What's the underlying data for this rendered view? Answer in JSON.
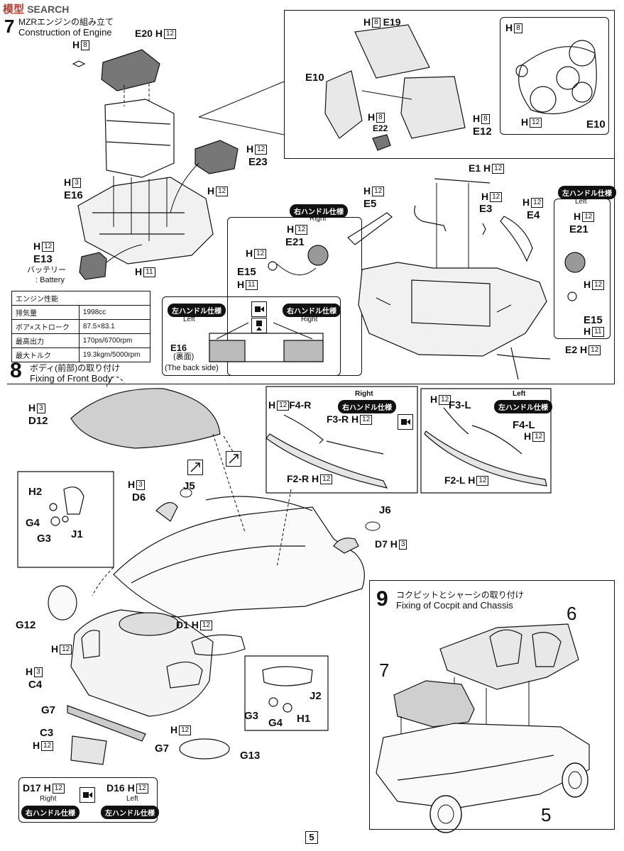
{
  "watermark": {
    "brand": "模型",
    "site": "SEARCH"
  },
  "step7": {
    "number": "7",
    "title_jp": "MZRエンジンの組み立て",
    "title_en": "Construction of Engine",
    "labels": {
      "e20": "E20",
      "h8_a": "H",
      "e23": "E23",
      "e16": "E16",
      "e13": "E13",
      "battery_jp": "バッテリー",
      "battery_en": ": Battery",
      "e19": "E19",
      "e10_a": "E10",
      "e22": "E22",
      "e12": "E12",
      "e10_b": "E10",
      "e1": "E1",
      "e5": "E5",
      "e3": "E3",
      "e4": "E4",
      "e21_a": "E21",
      "e21_b": "E21",
      "e15_a": "E15",
      "e15_b": "E15",
      "e2": "E2",
      "h": "H",
      "h8": "8",
      "h12": "12",
      "h3": "3",
      "h11": "11"
    },
    "right_pill": "右ハンドル仕様",
    "right_en": "Right",
    "left_pill": "左ハンドル仕様",
    "left_en": "Left",
    "back_side": {
      "part": "E16",
      "jp": "(裏面)",
      "en": "(The back side)"
    },
    "spec_table": {
      "heading": "エンジン性能",
      "rows": [
        {
          "k": "排気量",
          "v": "1998cc"
        },
        {
          "k": "ボア×ストローク",
          "v": "87.5×83.1"
        },
        {
          "k": "最高出力",
          "v": "170ps/6700rpm"
        },
        {
          "k": "最大トルク",
          "v": "19.3kgm/5000rpm"
        }
      ]
    }
  },
  "step8": {
    "number": "8",
    "title_jp": "ボディ(前部)の取り付け",
    "title_en": "Fixing of Front Body",
    "labels": {
      "d12": "D12",
      "d6": "D6",
      "j5": "J5",
      "j6": "J6",
      "d7": "D7",
      "h2": "H2",
      "g4": "G4",
      "g3": "G3",
      "j1": "J1",
      "g12": "G12",
      "d1": "D1",
      "c4": "C4",
      "g7_a": "G7",
      "c3": "C3",
      "g7_b": "G7",
      "g13": "G13",
      "j2": "J2",
      "g3_b": "G3",
      "g4_b": "G4",
      "h1": "H1",
      "f4r": "F4-R",
      "f3r": "F3-R",
      "f2r": "F2-R",
      "f3l": "F3-L",
      "f4l": "F4-L",
      "f2l": "F2-L",
      "d17": "D17",
      "d16": "D16"
    },
    "right_pill": "右ハンドル仕様",
    "right_en": "Right",
    "left_pill": "左ハンドル仕様",
    "left_en": "Left"
  },
  "step9": {
    "number": "9",
    "title_jp": "コクピットとシャーシの取り付け",
    "title_en": "Fixing of Cocpit and Chassis",
    "labels": {
      "p6": "6",
      "p7": "7",
      "p5": "5"
    }
  },
  "page_number": "5"
}
